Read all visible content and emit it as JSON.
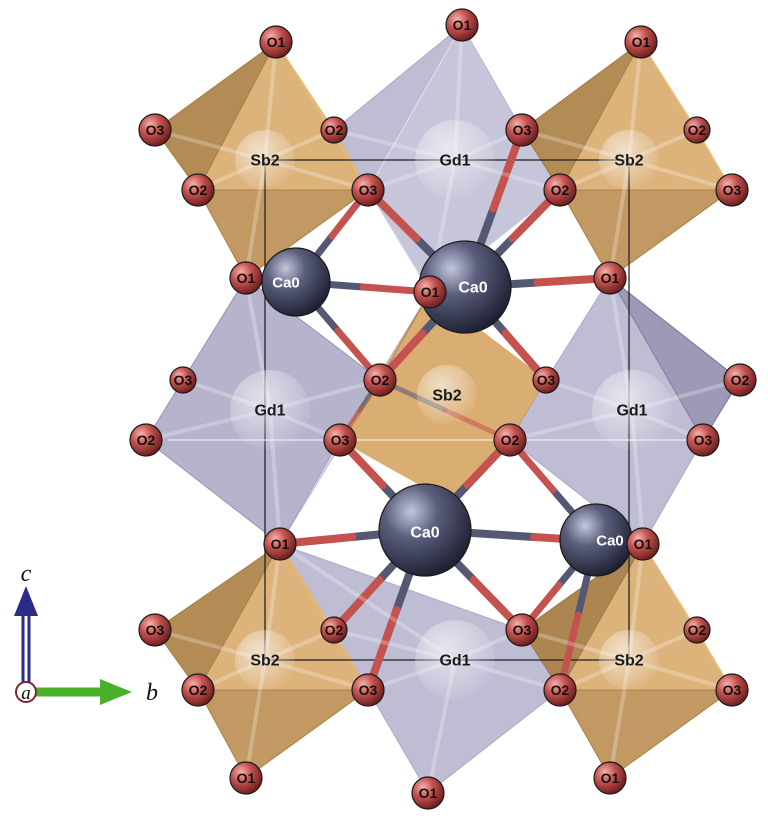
{
  "colors": {
    "oxygen": "#c4524f",
    "oxygen_light": "#f2a39d",
    "oxygen_dark": "#6e1e1e",
    "calcium": "#5a5e7c",
    "calcium_light": "#b6bad2",
    "calcium_dark": "#23253a",
    "gd_polyhedron": "#8a86b0",
    "sb_polyhedron": "#d19a50",
    "sb_polyhedron_dark": "#8f6a34",
    "bond_dark": "#545873",
    "axis_c": "#2c2c88",
    "axis_b": "#4ab02c"
  },
  "atom_labels": {
    "O1": "O1",
    "O2": "O2",
    "O3": "O3",
    "Sb2": "Sb2",
    "Gd1": "Gd1",
    "Ca0": "Ca0"
  },
  "axes": {
    "c": "c",
    "a": "a",
    "b": "b"
  }
}
